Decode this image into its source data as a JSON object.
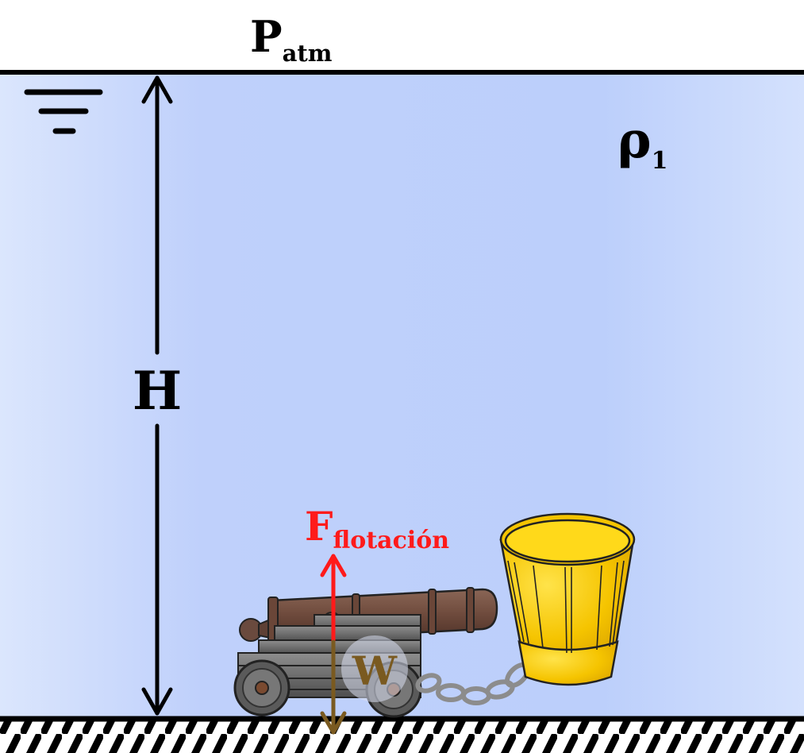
{
  "labels": {
    "patm_main": "P",
    "patm_sub": "atm",
    "rho_main": "ρ",
    "rho_sub": "1",
    "height": "H",
    "buoyancy_main": "F",
    "buoyancy_sub": "flotación",
    "weight": "W"
  },
  "colors": {
    "water_light": "#dbe6fd",
    "water_mid": "#bccffb",
    "line": "#000000",
    "buoyancy_arrow": "#ff1a1a",
    "buoyancy_text": "#ff1a1a",
    "weight_arrow": "#7a5a20",
    "weight_text": "#7a5a20",
    "bucket": "#f7c600",
    "chain": "#9a9a9a"
  }
}
